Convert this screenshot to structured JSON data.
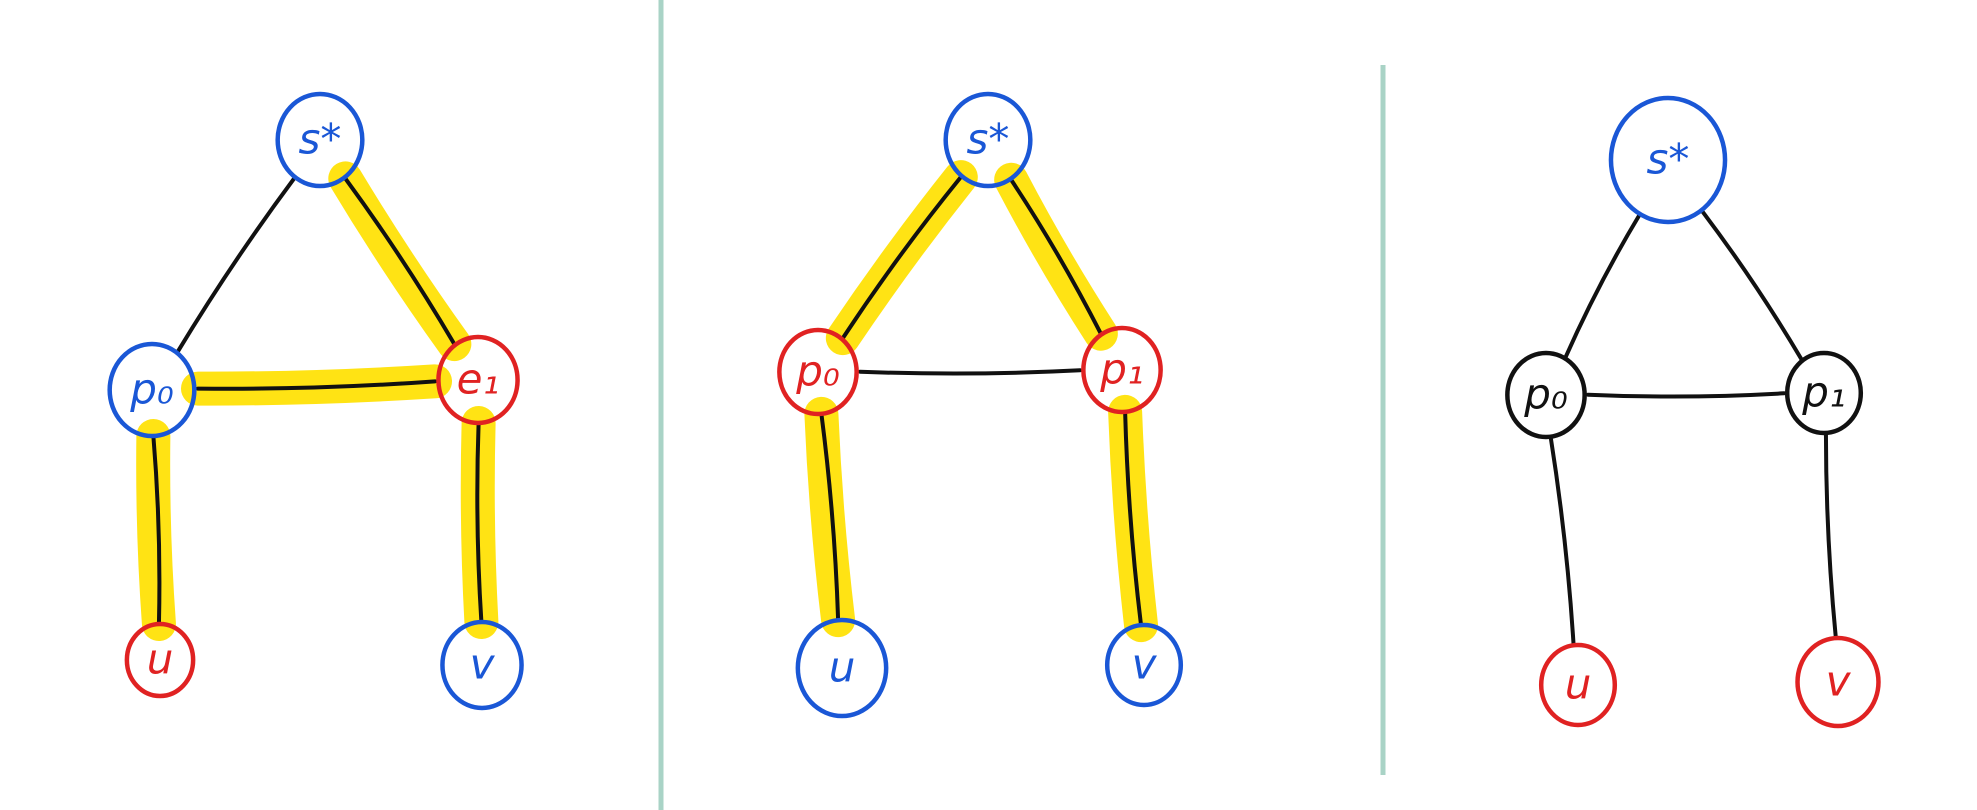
{
  "colors": {
    "blue": "#1a57d6",
    "red": "#e02222",
    "black": "#111111",
    "highlight": "#ffe100",
    "divider": "#a9d3c6"
  },
  "panels": [
    {
      "nodes": {
        "s": {
          "label": "s*",
          "color": "blue"
        },
        "p0": {
          "label": "p₀",
          "color": "blue"
        },
        "p1": {
          "label": "e₁",
          "color": "red"
        },
        "u": {
          "label": "u",
          "color": "red"
        },
        "v": {
          "label": "v",
          "color": "blue"
        }
      },
      "edges": [
        [
          "s",
          "p0"
        ],
        [
          "s",
          "p1"
        ],
        [
          "p0",
          "p1"
        ],
        [
          "p0",
          "u"
        ],
        [
          "p1",
          "v"
        ]
      ],
      "highlighted_edges": [
        [
          "s",
          "p1"
        ],
        [
          "p0",
          "p1"
        ],
        [
          "p0",
          "u"
        ],
        [
          "p1",
          "v"
        ]
      ]
    },
    {
      "nodes": {
        "s": {
          "label": "s*",
          "color": "blue"
        },
        "p0": {
          "label": "p₀",
          "color": "red"
        },
        "p1": {
          "label": "p₁",
          "color": "red"
        },
        "u": {
          "label": "u",
          "color": "blue"
        },
        "v": {
          "label": "v",
          "color": "blue"
        }
      },
      "edges": [
        [
          "s",
          "p0"
        ],
        [
          "s",
          "p1"
        ],
        [
          "p0",
          "p1"
        ],
        [
          "p0",
          "u"
        ],
        [
          "p1",
          "v"
        ]
      ],
      "highlighted_edges": [
        [
          "s",
          "p0"
        ],
        [
          "s",
          "p1"
        ],
        [
          "p0",
          "u"
        ],
        [
          "p1",
          "v"
        ]
      ]
    },
    {
      "nodes": {
        "s": {
          "label": "s*",
          "color": "blue"
        },
        "p0": {
          "label": "p₀",
          "color": "black"
        },
        "p1": {
          "label": "p₁",
          "color": "black"
        },
        "u": {
          "label": "u",
          "color": "red"
        },
        "v": {
          "label": "v",
          "color": "red"
        }
      },
      "edges": [
        [
          "s",
          "p0"
        ],
        [
          "s",
          "p1"
        ],
        [
          "p0",
          "p1"
        ],
        [
          "p0",
          "u"
        ],
        [
          "p1",
          "v"
        ]
      ],
      "highlighted_edges": []
    }
  ]
}
